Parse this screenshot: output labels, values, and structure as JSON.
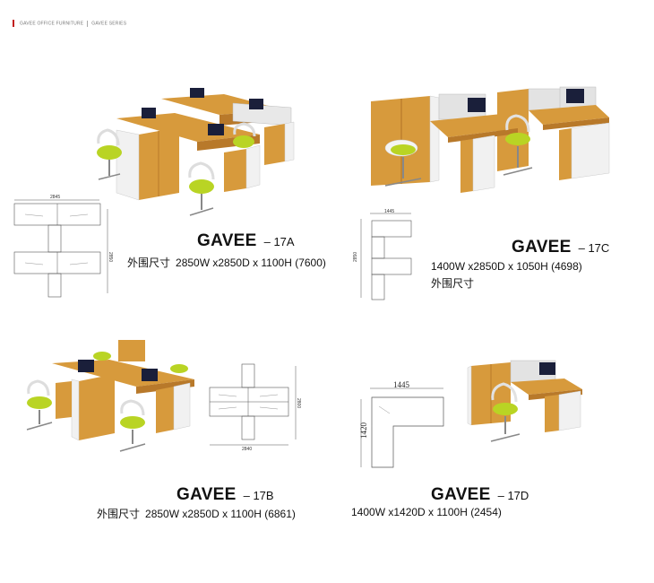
{
  "header": {
    "company": "GAVEE OFFICE FURNITURE",
    "series": "GAVEE SERIES",
    "accent_color": "#c21f1f"
  },
  "products": [
    {
      "brand": "GAVEE",
      "code": "– 17A",
      "spec_label": "外围尺寸",
      "spec": "2850W x2850D x 1100H  (7600)",
      "drawing": {
        "width_label": "2845",
        "depth_label": "2850"
      }
    },
    {
      "brand": "GAVEE",
      "code": "– 17C",
      "spec_label": "外围尺寸",
      "spec": "1400W x2850D x 1050H  (4698)",
      "drawing": {
        "width_label": "1445",
        "depth_label": "2850"
      }
    },
    {
      "brand": "GAVEE",
      "code": "– 17B",
      "spec_label": "外围尺寸",
      "spec": "2850W x2850D x 1100H  (6861)",
      "drawing": {
        "width_label": "2840",
        "depth_label": "2800"
      }
    },
    {
      "brand": "GAVEE",
      "code": "– 17D",
      "spec": "1400W x1420D x 1100H  (2454)",
      "drawing": {
        "width_label": "1445",
        "depth_label": "1420"
      }
    }
  ],
  "colors": {
    "wood": "#d79a3c",
    "wood_dark": "#b8792a",
    "chair_seat": "#b9d424",
    "white_panel": "#f1f1f1",
    "frame": "#8a8a8a",
    "screen": "#1a1f3a",
    "line": "#555555"
  }
}
